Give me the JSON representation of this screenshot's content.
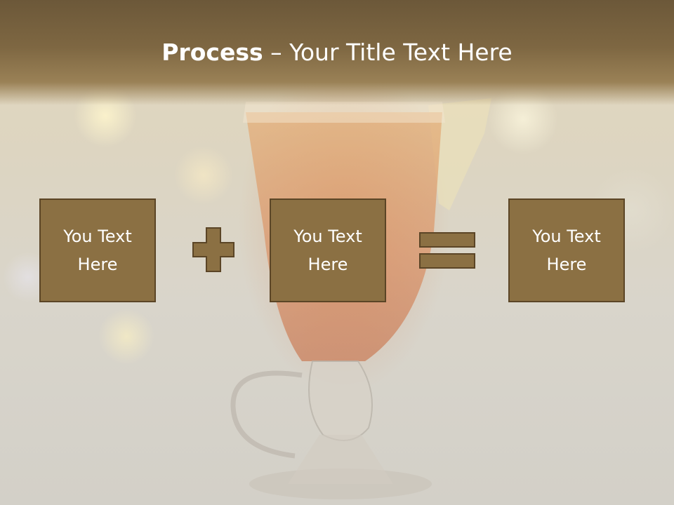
{
  "slide": {
    "title_strong": "Process",
    "title_rest": " – Your Title Text Here",
    "boxes": [
      {
        "label": "You Text\nHere"
      },
      {
        "label": "You Text\nHere"
      },
      {
        "label": "You Text\nHere"
      }
    ]
  },
  "colors": {
    "title_band": "#7e6742",
    "box_fill": "#8b7043",
    "box_border": "#5b4526",
    "text": "#ffffff"
  },
  "icons": [
    "plus-icon",
    "equals-icon"
  ]
}
